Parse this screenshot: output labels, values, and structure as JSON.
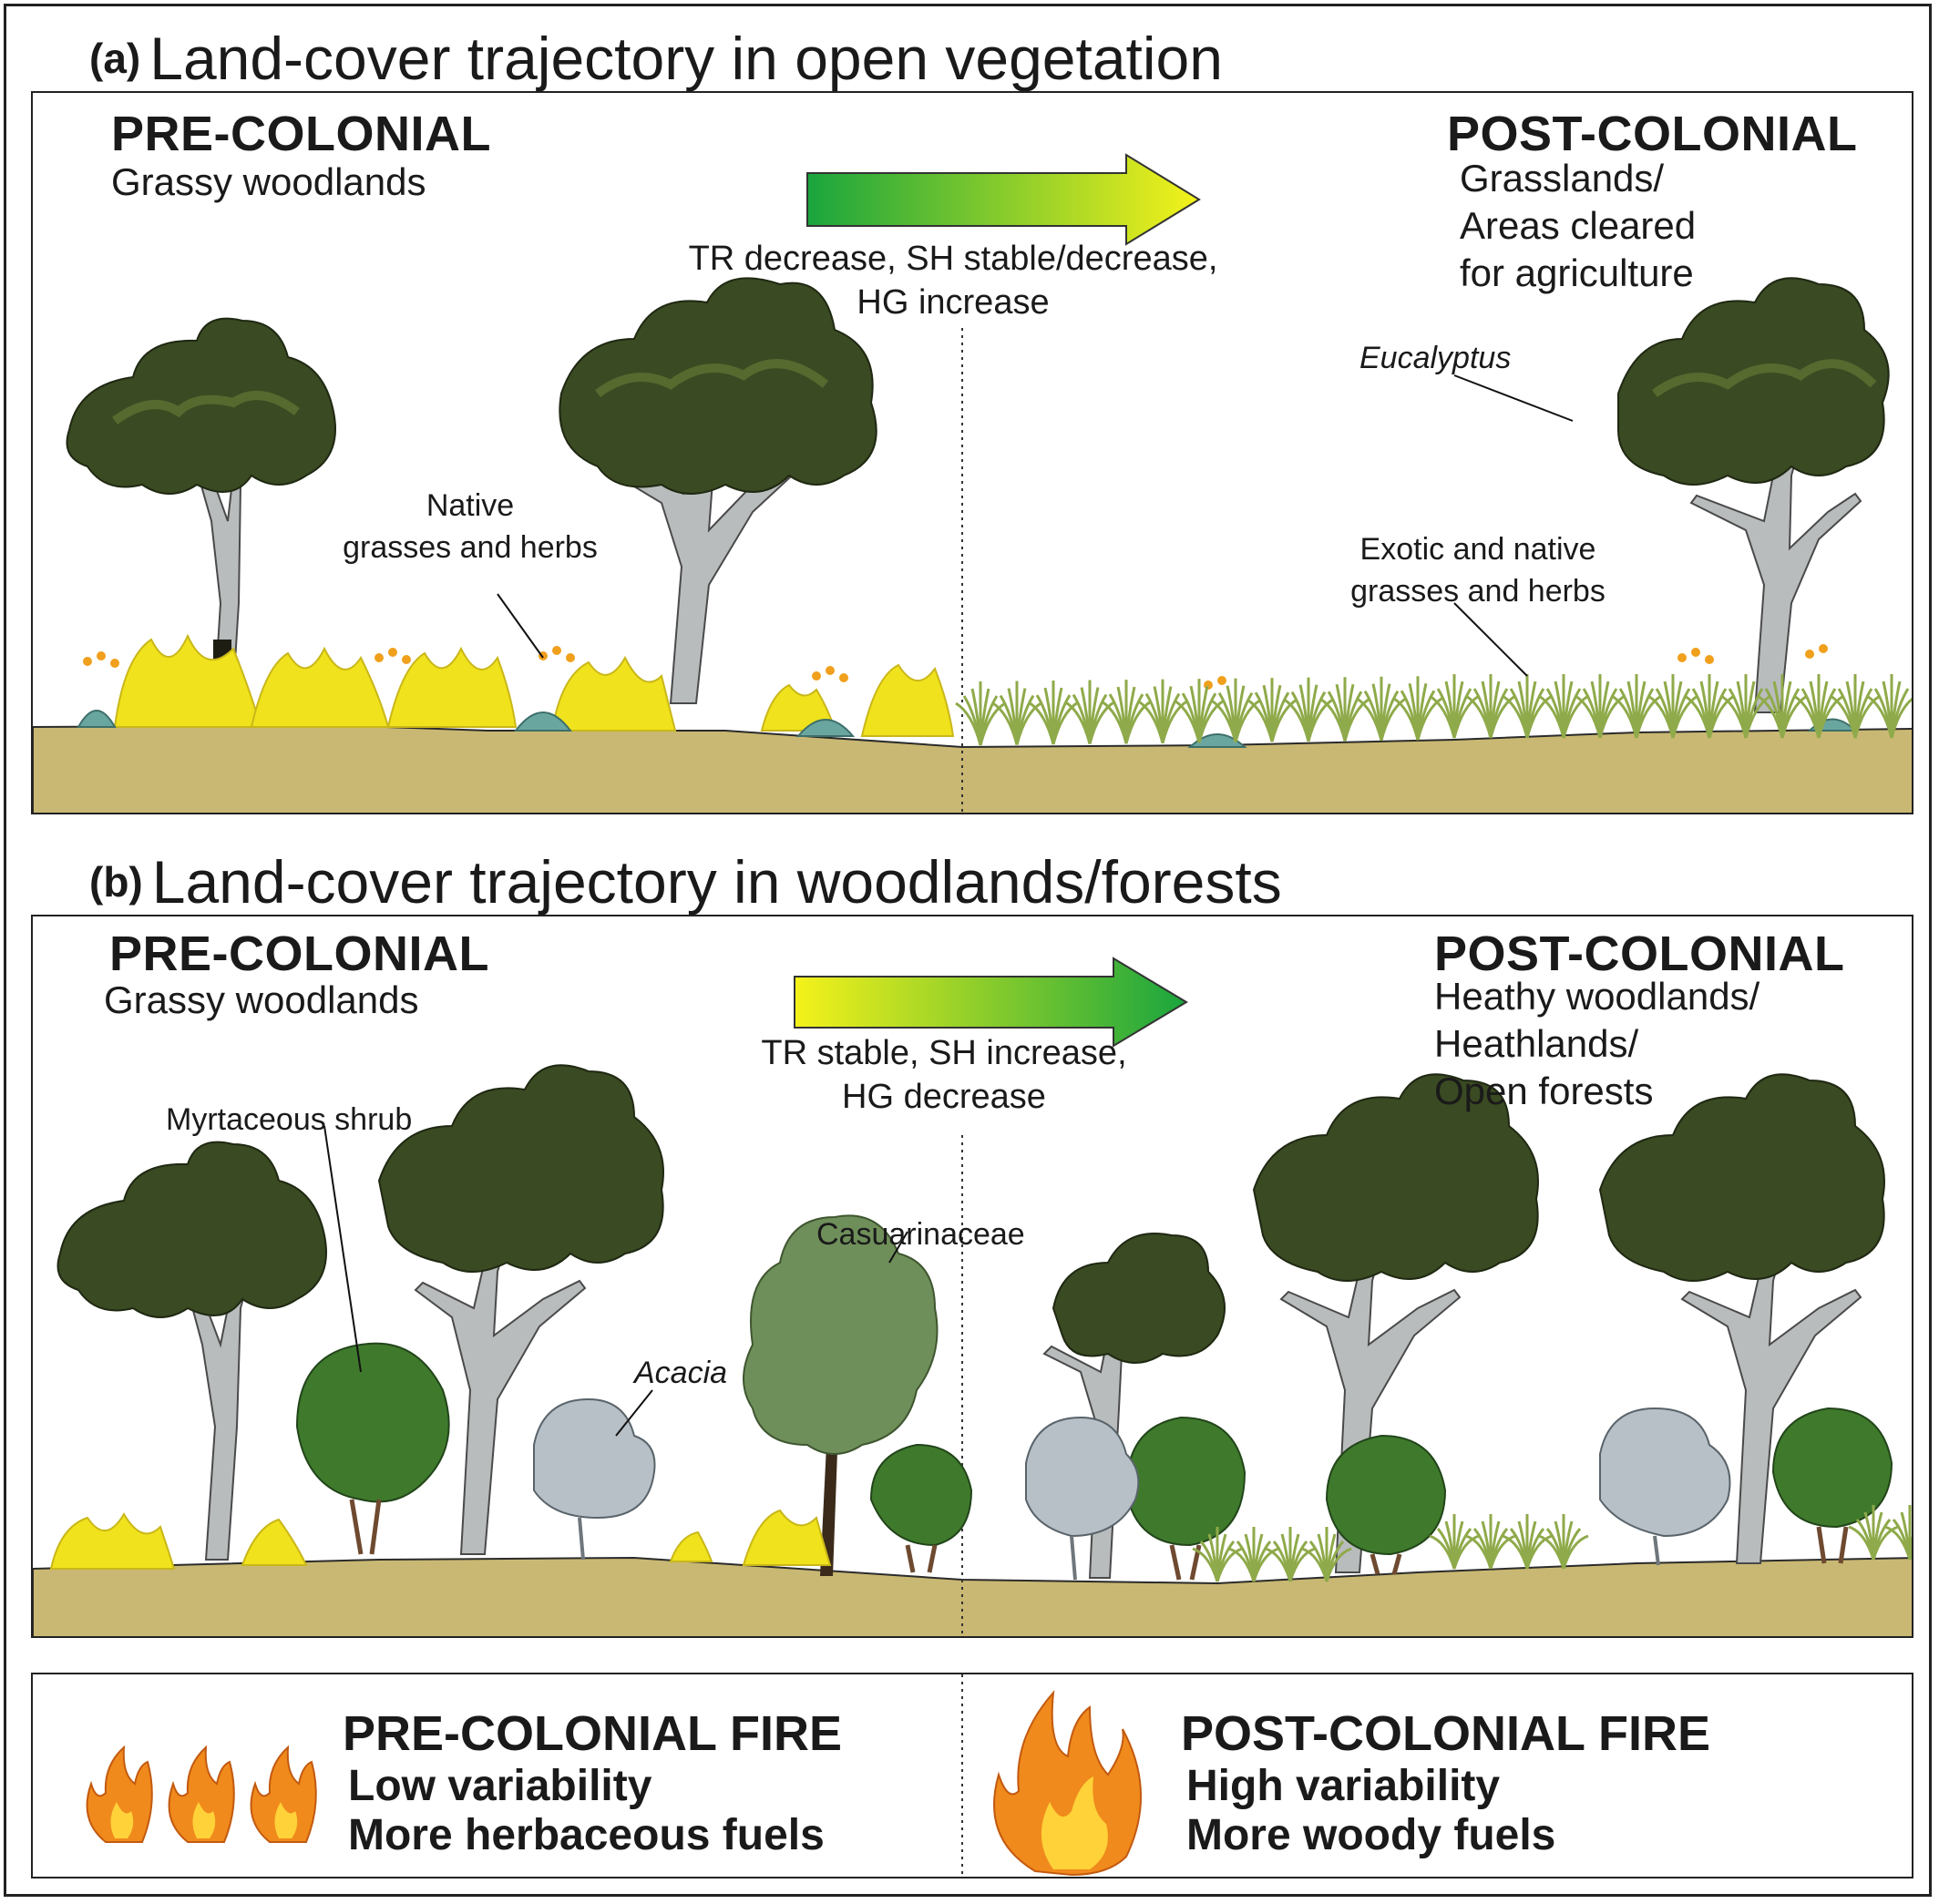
{
  "panel_a": {
    "tag": "(a)",
    "title": "Land-cover trajectory in open vegetation",
    "pre_heading": "PRE-COLONIAL",
    "pre_sub": "Grassy woodlands",
    "post_heading": "POST-COLONIAL",
    "post_sub": [
      "Grasslands/",
      "Areas cleared",
      "for agriculture"
    ],
    "trend": [
      "TR decrease, SH stable/decrease,",
      "HG increase"
    ],
    "label_native": [
      "Native",
      "grasses and herbs"
    ],
    "label_eucalyptus": "Eucalyptus",
    "label_exotic": [
      "Exotic and native",
      "grasses and herbs"
    ],
    "arrow_colors": [
      "#1aa53e",
      "#f5f21a"
    ]
  },
  "panel_b": {
    "tag": "(b)",
    "title": "Land-cover trajectory in woodlands/forests",
    "pre_heading": "PRE-COLONIAL",
    "pre_sub": "Grassy woodlands",
    "post_heading": "POST-COLONIAL",
    "post_sub": [
      "Heathy woodlands/",
      "Heathlands/",
      "Open forests"
    ],
    "trend": [
      "TR stable, SH increase,",
      "HG decrease"
    ],
    "label_myrtaceous": "Myrtaceous shrub",
    "label_casuarinaceae": "Casuarinaceae",
    "label_acacia": "Acacia",
    "arrow_colors": [
      "#f5f21a",
      "#1aa53e"
    ]
  },
  "fire": {
    "pre_heading": "PRE-COLONIAL FIRE",
    "pre_lines": [
      "Low variability",
      "More herbaceous fuels"
    ],
    "post_heading": "POST-COLONIAL FIRE",
    "post_lines": [
      "High variability",
      "More woody fuels"
    ]
  },
  "colors": {
    "ground": "#c9b873",
    "foliage_dark": "#3a4a22",
    "foliage_mid": "#56692f",
    "trunk": "#b9bcbd",
    "grass_yellow": "#f0e21c",
    "grass_green": "#8faa4a",
    "shrub_green": "#3f7a2c",
    "acacia_grey": "#b7c0c6",
    "fire_orange": "#f08a1c",
    "fire_yellow": "#ffd23a"
  }
}
